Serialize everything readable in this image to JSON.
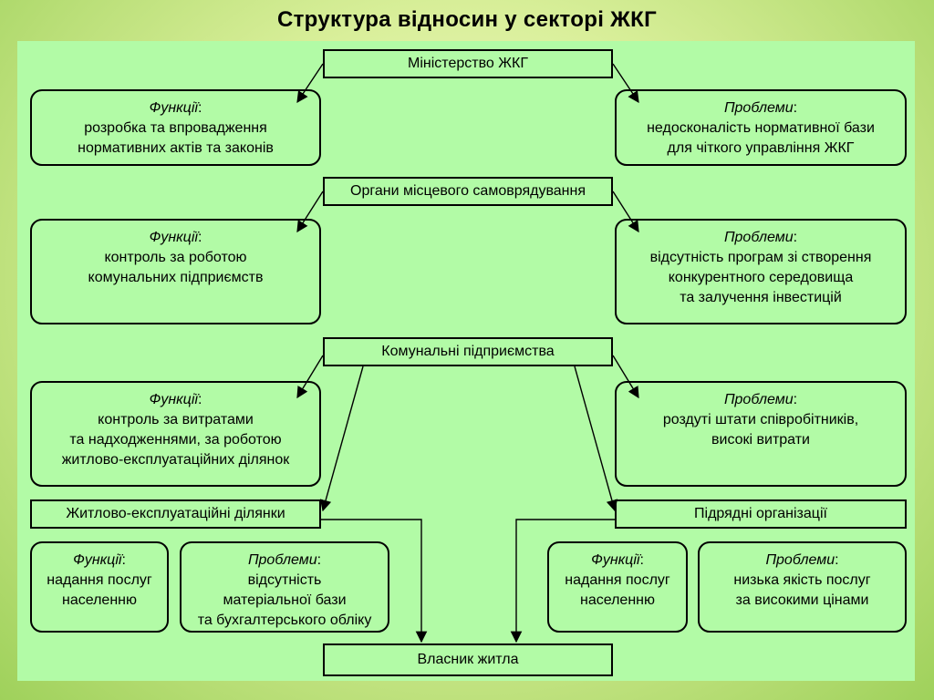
{
  "title": "Структура відносин  у секторі ЖКГ",
  "bars": {
    "ministry": "Міністерство ЖКГ",
    "local_gov": "Органи місцевого самоврядування",
    "utilities": "Комунальні підприємства",
    "housing_sites": "Житлово-експлуатаційні ділянки",
    "contractors": "Підрядні організації",
    "owner": "Власник житла"
  },
  "heads": {
    "functions": "Функції",
    "problems": "Проблеми",
    "colon": ":"
  },
  "ministry_functions": [
    "розробка та впровадження",
    "нормативних актів та законів"
  ],
  "ministry_problems": [
    "недосконаліcть нормативної бази",
    "для чіткого управління ЖКГ"
  ],
  "local_gov_functions": [
    "контроль за роботою",
    "комунальних підприємств"
  ],
  "local_gov_problems": [
    "відсутність програм зі створення",
    "конкурентного середовища",
    "та залучення інвестицій"
  ],
  "utilities_functions": [
    "контроль за витратами",
    "та надходженнями, за роботою",
    "житлово-експлуатаційних ділянок"
  ],
  "utilities_problems": [
    "роздуті штати співробітників,",
    "високі витрати"
  ],
  "housing_functions": [
    "надання послуг",
    "населенню"
  ],
  "housing_problems": [
    "відсутність",
    "матеріальної бази",
    "та бухгалтерського обліку"
  ],
  "contractor_functions": [
    "надання послуг",
    "населенню"
  ],
  "contractor_problems": [
    "низька якість послуг",
    "за високими цінами"
  ]
}
